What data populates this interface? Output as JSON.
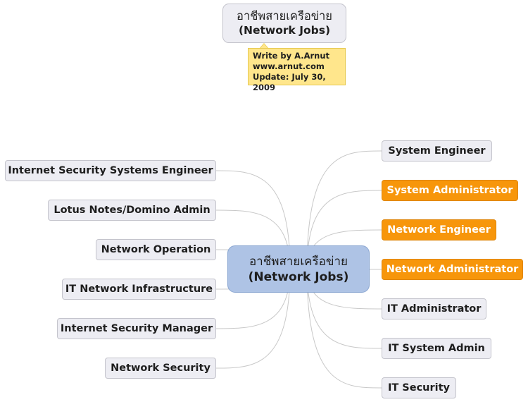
{
  "title": {
    "line1": "อาชีพสายเครือข่าย",
    "line2": "(Network Jobs)"
  },
  "note": {
    "line1": "Write by A.Arnut",
    "line2": "www.arnut.com",
    "line3": "Update: July 30, 2009"
  },
  "center": {
    "line1": "อาชีพสายเครือข่าย",
    "line2": "(Network Jobs)"
  },
  "left_topics": [
    "Internet Security Systems Engineer",
    "Lotus Notes/Domino Admin",
    "Network Operation",
    "IT Network Infrastructure",
    "Internet Security Manager",
    "Network Security"
  ],
  "right_topics": [
    "System Engineer",
    "System Administrator",
    "Network Engineer",
    "Network Administrator",
    "IT Administrator",
    "IT System Admin",
    "IT Security"
  ],
  "highlighted_topics": [
    "System Administrator",
    "Network Engineer",
    "Network Administrator"
  ],
  "colors": {
    "highlight": "#f7960b",
    "topic": "#ededf3",
    "center": "#aec3e5",
    "note": "#ffe68c",
    "connector": "#c8c8c8"
  }
}
